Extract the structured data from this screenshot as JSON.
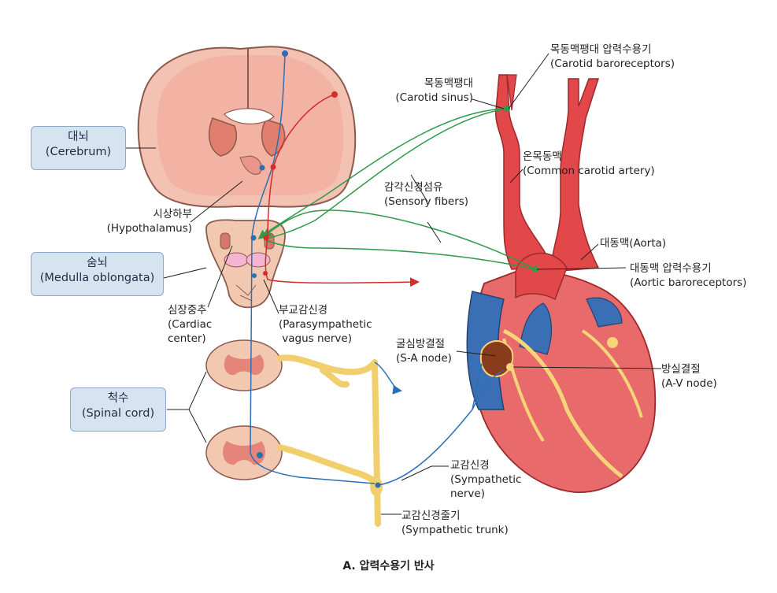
{
  "boxes": {
    "cerebrum": {
      "ko": "대뇌",
      "en": "(Cerebrum)"
    },
    "medulla": {
      "ko": "숨뇌",
      "en": "(Medulla oblongata)"
    },
    "spinal_cord": {
      "ko": "척수",
      "en": "(Spinal cord)"
    }
  },
  "labels": {
    "hypothalamus": {
      "ko": "시상하부",
      "en": "(Hypothalamus)"
    },
    "cardiac_center": {
      "ko": "심장중추",
      "en1": "(Cardiac",
      "en2": "center)"
    },
    "parasympathetic": {
      "ko": "부교감신경",
      "en1": "(Parasympathetic",
      "en2": " vagus nerve)"
    },
    "carotid_baro": {
      "ko": "목동맥팽대 압력수용기",
      "en": "(Carotid baroreceptors)"
    },
    "carotid_sinus": {
      "ko": "목동맥팽대",
      "en": "(Carotid sinus)"
    },
    "common_carotid": {
      "ko": "온목동맥",
      "en": "(Common carotid artery)"
    },
    "sensory_fibers": {
      "ko": "감각신경섬유",
      "en": "(Sensory fibers)"
    },
    "aorta": {
      "text": "대동맥(Aorta)"
    },
    "aortic_baro": {
      "ko": "대동맥 압력수용기",
      "en": "(Aortic baroreceptors)"
    },
    "sa_node": {
      "ko": "굴심방결절",
      "en": "(S-A node)"
    },
    "av_node": {
      "ko": "방실결절",
      "en": "(A-V node)"
    },
    "sympathetic_nerve": {
      "ko": "교감신경",
      "en1": "(Sympathetic",
      "en2": "nerve)"
    },
    "sympathetic_trunk": {
      "ko": "교감신경줄기",
      "en": "(Sympathetic trunk)"
    }
  },
  "caption": "A. 압력수용기 반사",
  "colors": {
    "sensory": "#2e9a4a",
    "parasympathetic": "#d62b2b",
    "sympathetic": "#2b6fb6",
    "spinal_trunk": "#f5d47a",
    "artery": "#e2474a",
    "vein": "#3a6fb5",
    "brain": "#f1b7a6"
  }
}
